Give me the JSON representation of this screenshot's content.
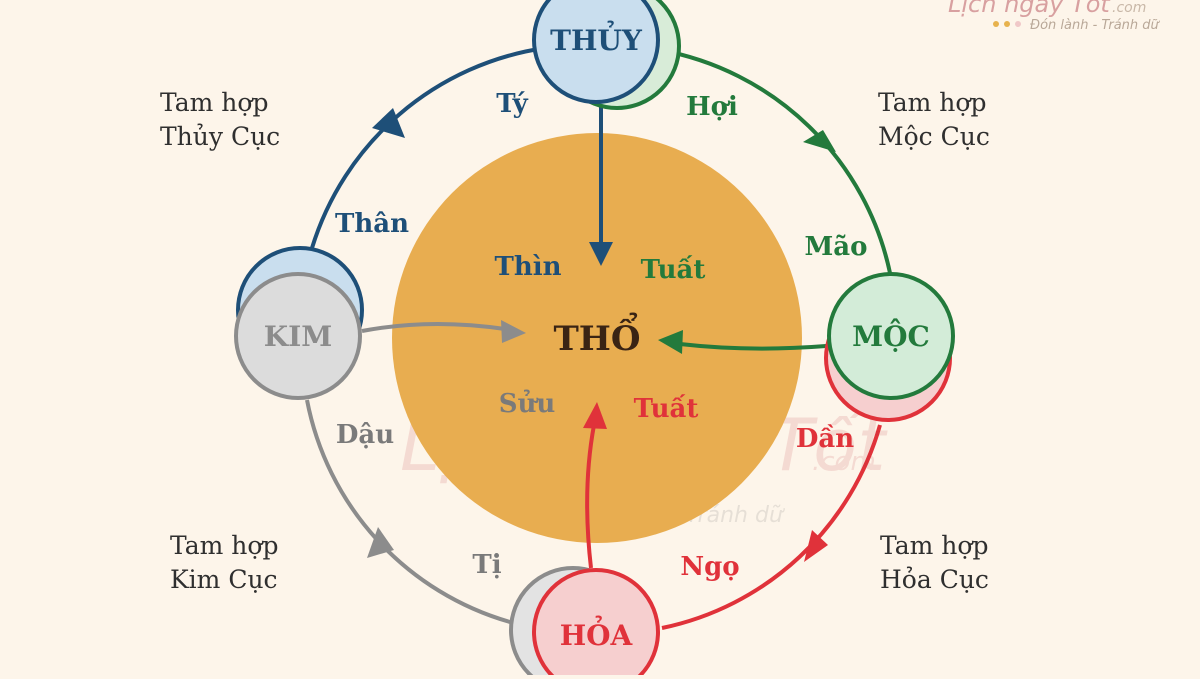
{
  "logo": {
    "brand": "Lịch ngày Tốt",
    "domain": ".com",
    "tagline": "Đón lành - Tránh dữ"
  },
  "watermark": {
    "brand": "Lịch ngày Tốt",
    "domain": ".com",
    "tagline": "Đón lành - Tránh dữ"
  },
  "center": {
    "label": "THỔ",
    "branches": [
      "Thìn",
      "Tuất",
      "Sửu",
      "Tuất"
    ]
  },
  "elements": {
    "thuy": "THỦY",
    "moc": "MỘC",
    "hoa": "HỎA",
    "kim": "KIM"
  },
  "branches": {
    "ty": "Tý",
    "hoi": "Hợi",
    "mao": "Mão",
    "dan": "Dần",
    "ngo": "Ngọ",
    "ti": "Tị",
    "dau": "Dậu",
    "than": "Thân"
  },
  "groups": {
    "thuy": [
      "Tam hợp",
      "Thủy Cục"
    ],
    "moc": [
      "Tam hợp",
      "Mộc Cục"
    ],
    "hoa": [
      "Tam hợp",
      "Hỏa Cục"
    ],
    "kim": [
      "Tam hợp",
      "Kim Cục"
    ]
  },
  "colors": {
    "background": "#fdf5ea",
    "earth": "#e8ad50",
    "water": "#1e4f78",
    "water_fill": "#c9deee",
    "wood": "#237a3c",
    "wood_fill": "#d3ecd8",
    "fire": "#e0323a",
    "fire_fill": "#f6cfcf",
    "metal": "#8c8c8c",
    "metal_fill": "#dcdcdc",
    "earth_text": "#3a2414"
  }
}
